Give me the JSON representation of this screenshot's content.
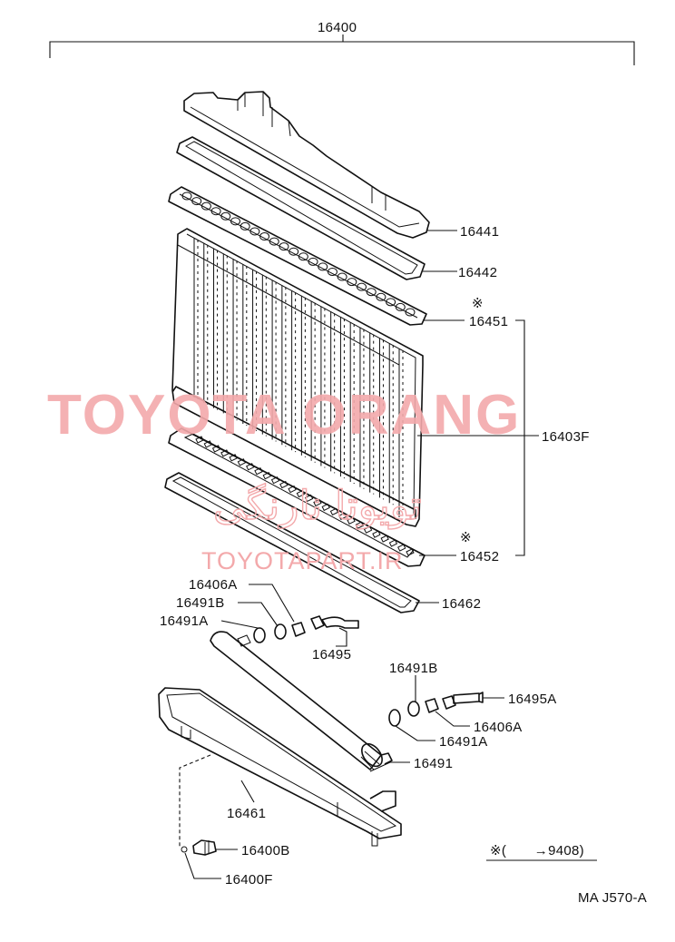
{
  "diagram": {
    "assembly_number": "16400",
    "part_labels": {
      "p16441": "16441",
      "p16442": "16442",
      "p16451": "16451",
      "p16403F": "16403F",
      "p16452": "16452",
      "p16462": "16462",
      "p16406A_top": "16406A",
      "p16491B_top": "16491B",
      "p16491A_top": "16491A",
      "p16495": "16495",
      "p16491B_right": "16491B",
      "p16495A": "16495A",
      "p16406A_right": "16406A",
      "p16491A_right": "16491A",
      "p16491": "16491",
      "p16461": "16461",
      "p16400B": "16400B",
      "p16400F": "16400F"
    },
    "marks": {
      "asterisk_16451": "※",
      "asterisk_16452": "※"
    },
    "note": "※(　　→9408)",
    "drawing_code": "MA J570-A"
  },
  "watermark": {
    "main": "TOYOTA ORANG",
    "site": "TOYOTAPART.IR",
    "arabic": "تویوتا نارنگی"
  }
}
